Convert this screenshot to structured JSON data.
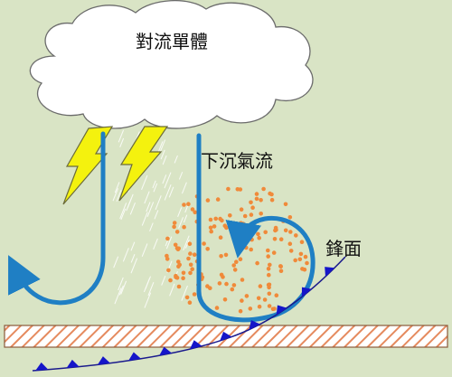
{
  "labels": {
    "cloud": "對流單體",
    "downdraft": "下沉氣流",
    "front": "鋒面"
  },
  "colors": {
    "background": "#d9e4c5",
    "airflow": "#1f7fc4",
    "lightning": "#f4f20e",
    "dust": "#f08a3a",
    "ground_stripe": "#e58a5e",
    "front_line": "#1a1a8c",
    "front_marks": "#1515c9"
  },
  "icons": [
    "cloud-icon",
    "lightning-bolt-icon",
    "rain-streaks",
    "dust-particles",
    "gust-front-marks"
  ]
}
